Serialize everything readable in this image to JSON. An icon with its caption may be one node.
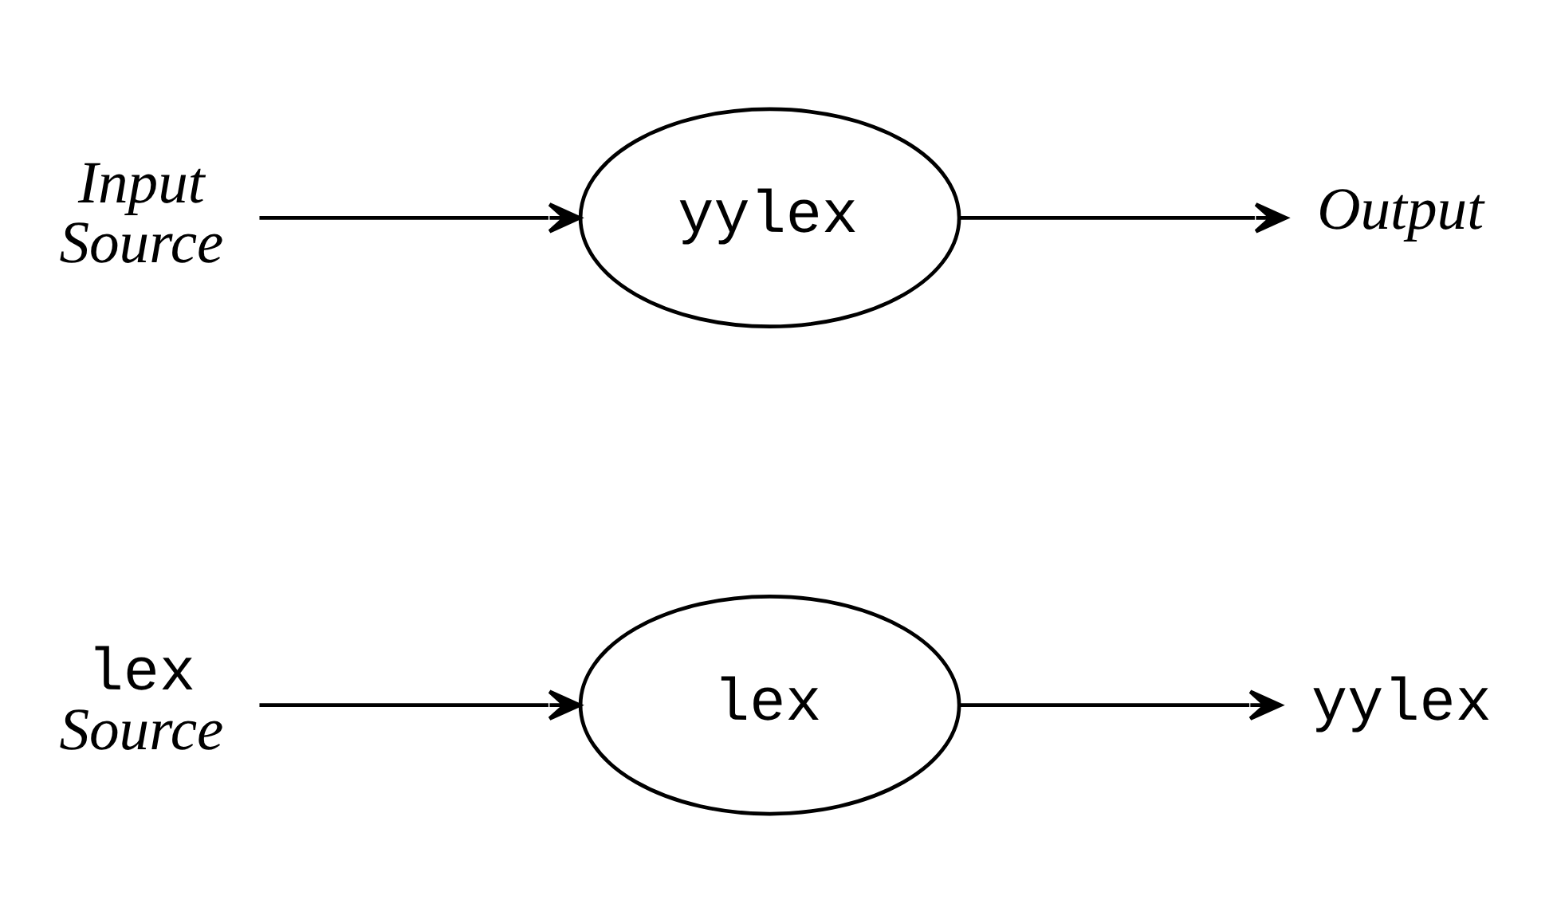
{
  "diagram": {
    "nodes": [
      {
        "text": [
          "lex",
          "Source"
        ]
      },
      {
        "text": [
          "lex"
        ]
      },
      {
        "text": [
          "yylex"
        ]
      },
      {
        "text": [
          "Input Source"
        ]
      },
      {
        "text": [
          "yylex"
        ]
      },
      {
        "text": [
          "Output"
        ]
      }
    ],
    "edges": [
      {
        "from": 0,
        "to": 1,
        "arrow": "to"
      },
      {
        "from": 1,
        "to": 2,
        "arrow": "to"
      },
      {
        "from": 3,
        "to": 4,
        "arrow": "to"
      },
      {
        "from": 4,
        "to": 5,
        "arrow": "to"
      }
    ]
  }
}
